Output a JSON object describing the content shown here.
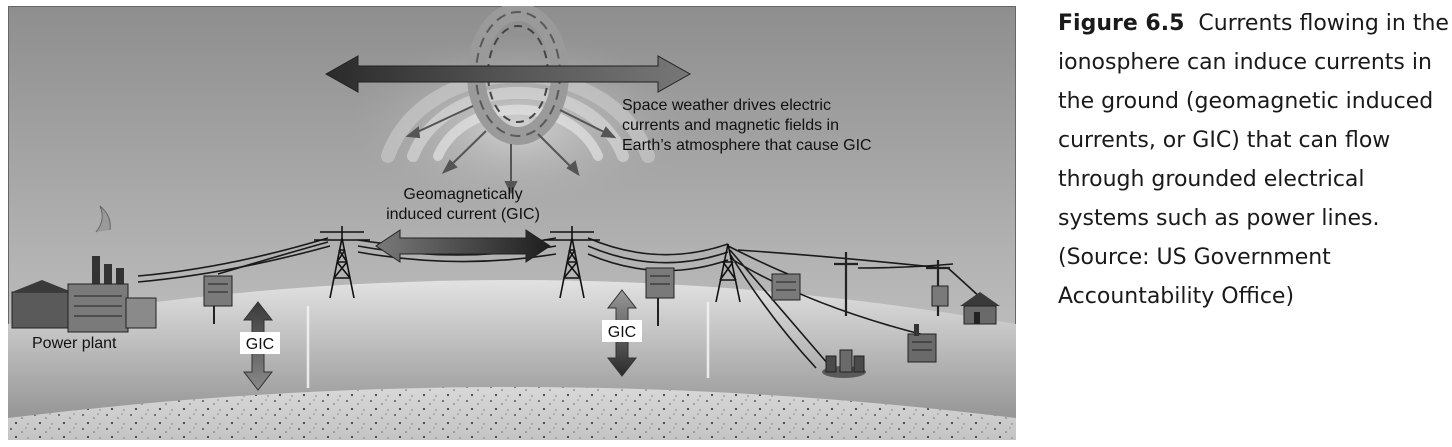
{
  "diagram": {
    "labels": {
      "space_weather": [
        "Space weather drives electric",
        "currents and magnetic fields in",
        "Earth’s atmosphere that cause GIC"
      ],
      "gic_title": [
        "Geomagnetically",
        "induced current (GIC)"
      ],
      "power_plant": "Power plant",
      "gic_left": "GIC",
      "gic_right": "GIC"
    }
  },
  "caption": {
    "figure_label": "Figure 6.5",
    "text": "Currents flowing in the ionosphere can induce currents in the ground (geomagnetic induced currents, or GIC) that can flow through grounded electrical systems such as power lines. (Source: US Government Accountability Office)"
  }
}
